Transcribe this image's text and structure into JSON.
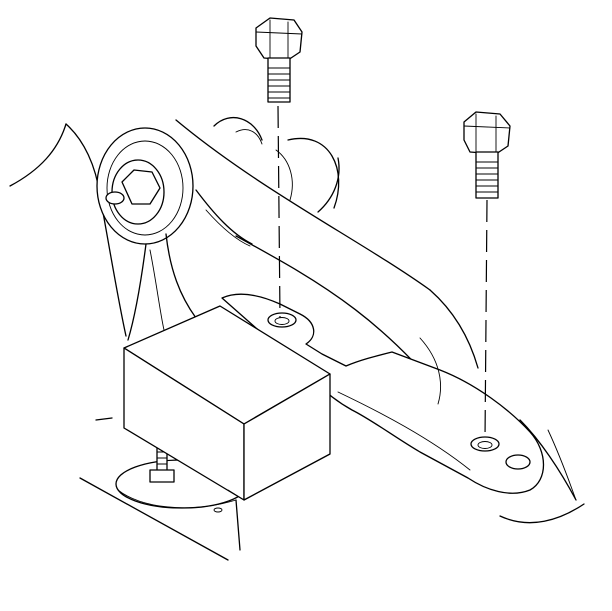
{
  "diagram": {
    "parts": [
      {
        "name": "bolt",
        "count": 2
      },
      {
        "name": "pulley",
        "count": 1
      },
      {
        "name": "bracket",
        "count": 1
      },
      {
        "name": "module",
        "count": 1
      },
      {
        "name": "stud",
        "count": 1
      }
    ],
    "colors": {
      "line": "#000000",
      "background": "#ffffff"
    }
  }
}
